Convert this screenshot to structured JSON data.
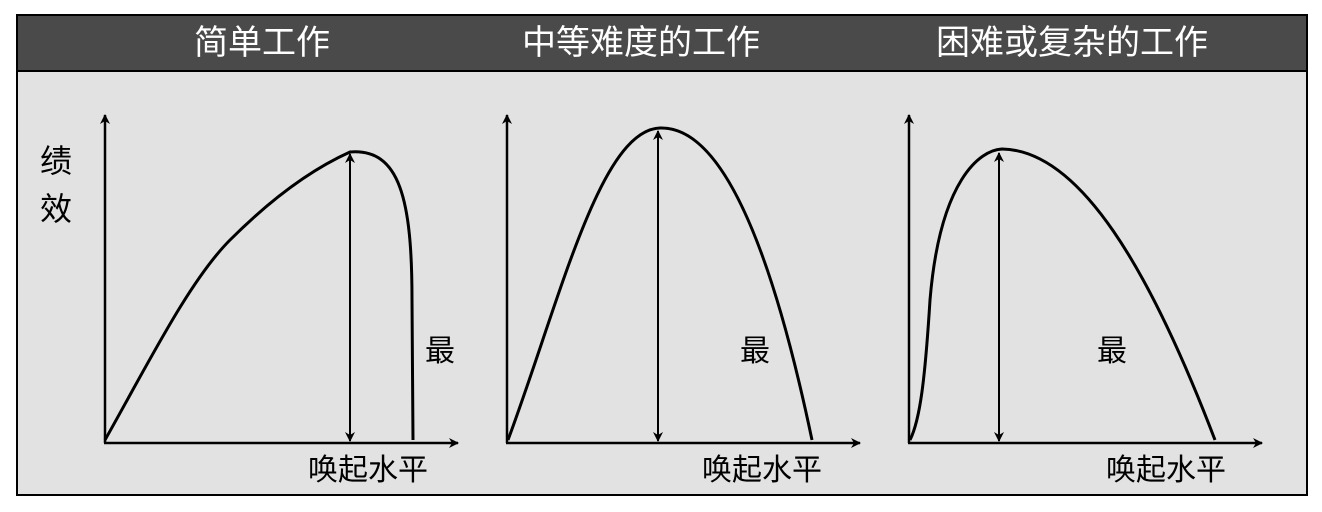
{
  "panels": [
    {
      "title": "简单工作",
      "peak_label": "最",
      "x_axis_label": "唤起水平"
    },
    {
      "title": "中等难度的工作",
      "peak_label": "最",
      "x_axis_label": "唤起水平"
    },
    {
      "title": "困难或复杂的工作",
      "peak_label": "最",
      "x_axis_label": "唤起水平"
    }
  ],
  "y_axis_label": "绩效",
  "colors": {
    "header_bg": "#4a4a4a",
    "panel_bg": "#e2e2e2",
    "header_text": "#ffffff",
    "lines": "#000000"
  }
}
